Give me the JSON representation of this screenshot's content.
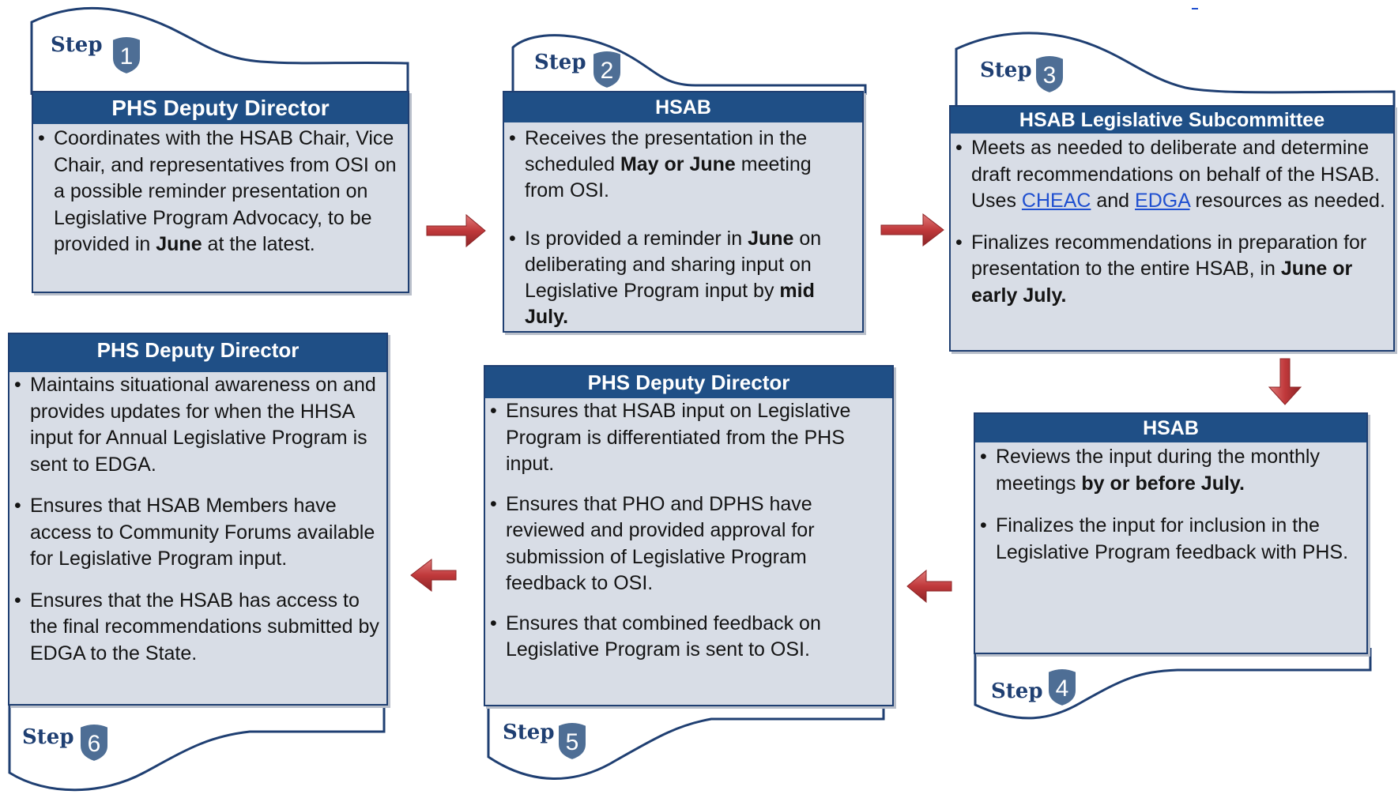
{
  "steps": {
    "s1": {
      "label": "Step",
      "num": "1",
      "title": "PHS Deputy Director",
      "b1": [
        "Coordinates with the HSAB Chair, Vice Chair, and representatives from OSI on a possible reminder presentation on Legislative Program Advocacy, to be provided in ",
        "June",
        " at the latest."
      ]
    },
    "s2": {
      "label": "Step",
      "num": "2",
      "title": "HSAB",
      "b1": [
        "Receives the presentation in the scheduled ",
        "May or June",
        " meeting from OSI."
      ],
      "b2": [
        "Is provided a reminder in ",
        "June",
        " on deliberating and sharing input on Legislative Program input by ",
        "mid July."
      ]
    },
    "s3": {
      "label": "Step",
      "num": "3",
      "title": "HSAB Legislative Subcommittee",
      "b1": [
        "Meets as needed to deliberate and determine draft recommendations on behalf of the HSAB. Uses ",
        "CHEAC",
        " and ",
        "EDGA",
        " resources as needed."
      ],
      "b2": [
        "Finalizes recommendations in preparation for presentation to the entire HSAB, in ",
        "June or early July."
      ]
    },
    "s4": {
      "label": "Step",
      "num": "4",
      "title": "HSAB",
      "b1": [
        "Reviews the input during the monthly meetings ",
        "by or before July."
      ],
      "b2": "Finalizes the input for inclusion in the Legislative Program feedback with PHS."
    },
    "s5": {
      "label": "Step",
      "num": "5",
      "title": "PHS Deputy Director",
      "b1": "Ensures that HSAB input on Legislative Program is differentiated from the PHS input.",
      "b2": "Ensures that PHO and DPHS have reviewed and provided approval for submission of Legislative Program feedback to OSI.",
      "b3": "Ensures that combined feedback on Legislative Program is sent to OSI."
    },
    "s6": {
      "label": "Step",
      "num": "6",
      "title": "PHS Deputy Director",
      "b1": "Maintains situational awareness on and provides updates for when the HHSA input for Annual Legislative Program is sent to EDGA.",
      "b2": "Ensures that HSAB Members have access to Community Forums available for Legislative Program input.",
      "b3": "Ensures that the HSAB has access to the final recommendations submitted by EDGA to the State."
    }
  },
  "colors": {
    "header": "#1f4f86",
    "box": "#d8dde6",
    "border": "#1f3f72",
    "arrow": "#c0393b",
    "shield": "#4e6e95",
    "link": "#1f4fd0"
  }
}
